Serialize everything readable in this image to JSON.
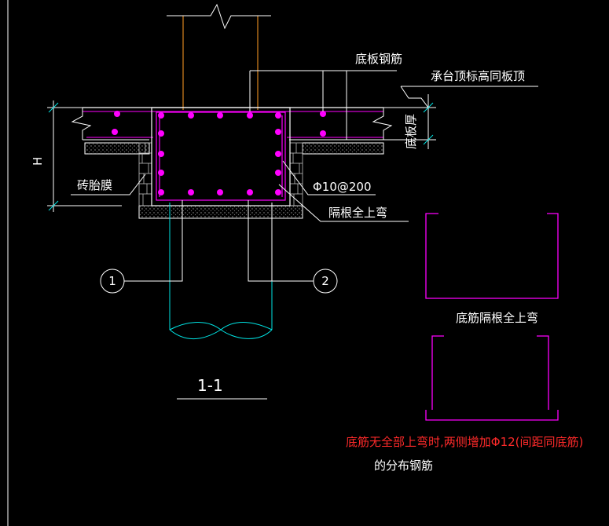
{
  "drawing": {
    "background": "#000000",
    "colors": {
      "outline": "#ffffff",
      "rebar": "#ff00ff",
      "column": "#d8841e",
      "pile": "#00e5e5",
      "note": "#ff2a2a",
      "hatch": "#9a9a9a",
      "brick": "#c0c0c0"
    },
    "labels": {
      "bottom_slab_rebar": "底板钢筋",
      "cap_top_elevation": "承台顶标高同板顶",
      "slab_thickness": "底板厚",
      "height_symbol": "H",
      "brick_formwork": "砖胎膜",
      "stirrup_spec": "Φ10@200",
      "alternate_bend_up": "隔根全上弯",
      "detail_caption": "底筋隔根全上弯",
      "section_title": "1-1",
      "note_line1": "底筋无全部上弯时,两侧增加Φ12(间距同底筋)",
      "note_line2": "的分布钢筋"
    },
    "markers": [
      {
        "id": "1",
        "text": "1"
      },
      {
        "id": "2",
        "text": "2"
      }
    ]
  }
}
